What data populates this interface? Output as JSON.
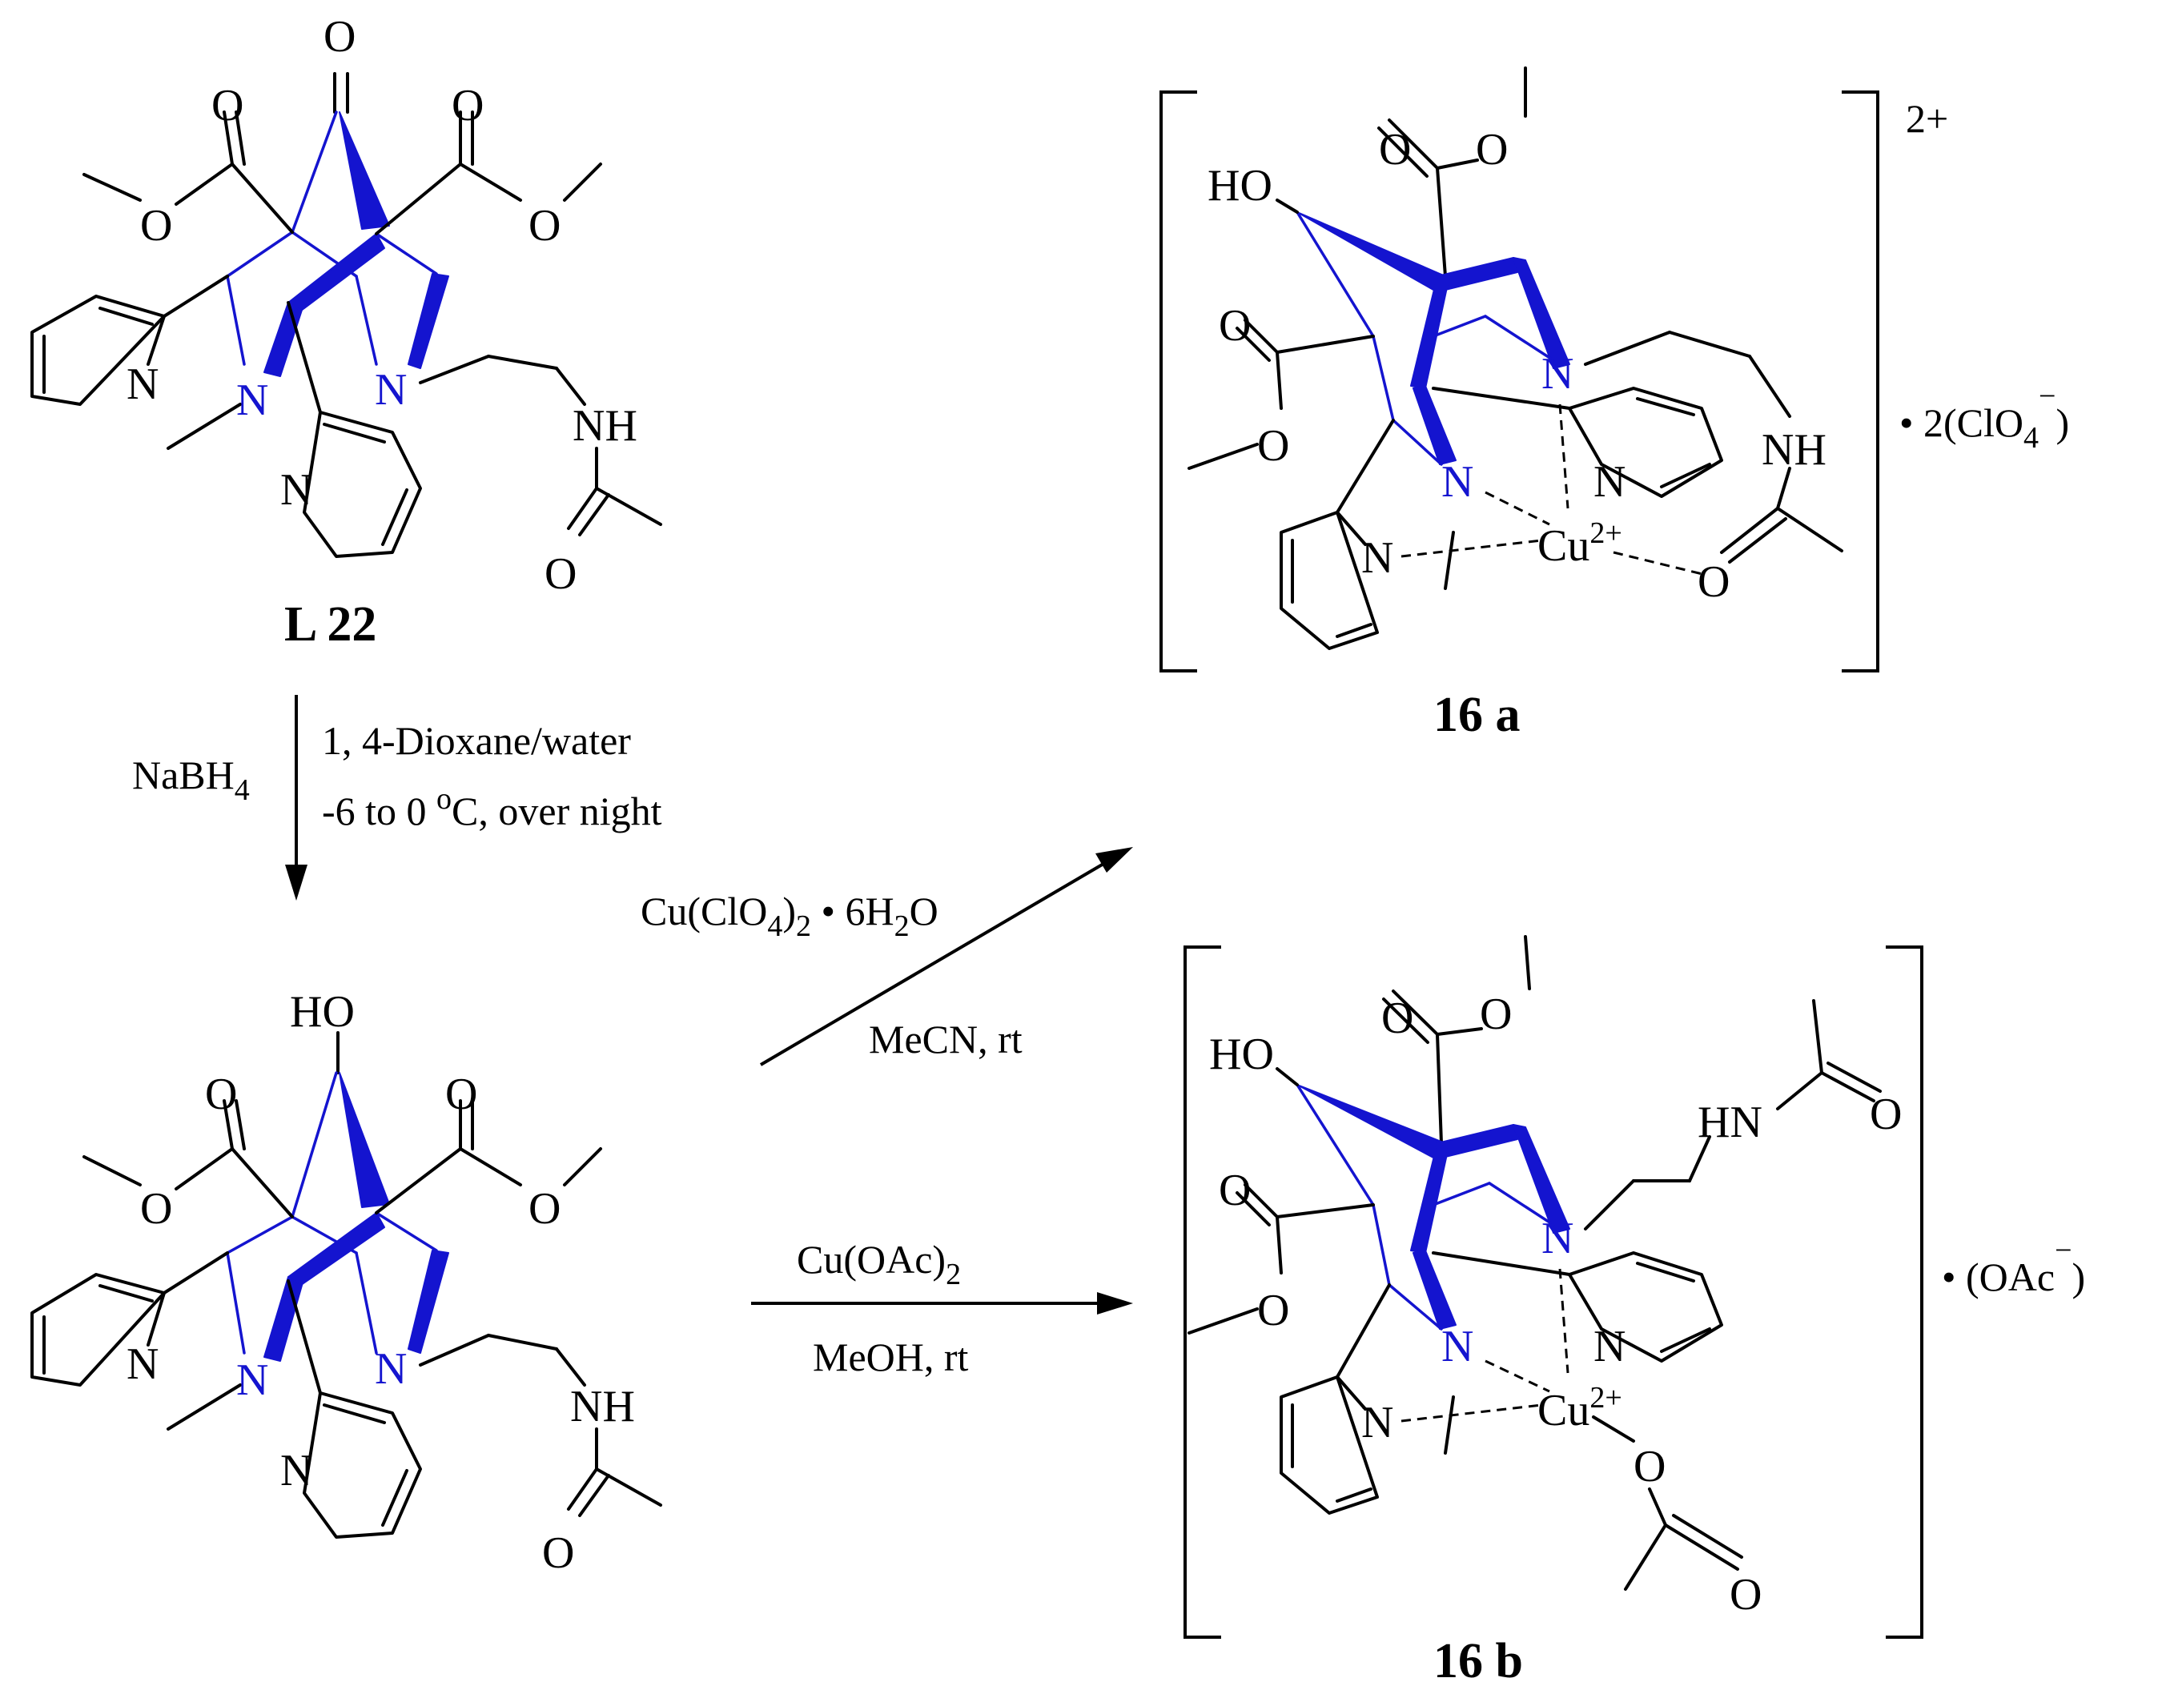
{
  "compounds": {
    "l22": "L 22",
    "c16a": "16 a",
    "c16b": "16 b"
  },
  "atoms": {
    "O": "O",
    "N": "N",
    "NH": "NH",
    "HN": "HN",
    "HO": "HO",
    "Cu": "Cu",
    "cu_charge": "2+"
  },
  "reaction1": {
    "reagent": "NaBH",
    "reagent_sub": "4",
    "conditions_1": "1, 4-Dioxane/water",
    "conditions_2a": "-6 to 0 ",
    "conditions_2_sup": "o",
    "conditions_2b": "C, over night"
  },
  "reaction2": {
    "reagent_a": "Cu(ClO",
    "reagent_sub1": "4",
    "reagent_b": ")",
    "reagent_sub2": "2",
    "reagent_c": " • 6H",
    "reagent_sub3": "2",
    "reagent_d": "O",
    "conditions": "MeCN, rt"
  },
  "reaction3": {
    "reagent": "Cu(OAc)",
    "reagent_sub": "2",
    "conditions": "MeOH, rt"
  },
  "complex_a": {
    "charge": "2+",
    "counterion_a": "•  2(ClO",
    "counterion_sub": "4",
    "counterion_sup": "−",
    "counterion_b": ")"
  },
  "complex_b": {
    "counterion_a": "• (OAc",
    "counterion_sup": "−",
    "counterion_b": ")"
  },
  "colors": {
    "backbone": "#1414cf",
    "bonds": "#000000"
  }
}
